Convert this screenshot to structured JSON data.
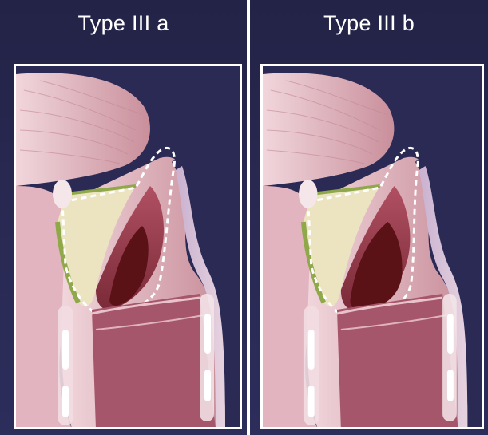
{
  "panels": [
    {
      "title": "Type III a",
      "dark_region": "smaller"
    },
    {
      "title": "Type III b",
      "dark_region": "larger"
    }
  ],
  "colors": {
    "background": "#2a2a55",
    "frame": "#ffffff",
    "tissue_pink": "#e8c3cc",
    "muscle_red": "#8e2e3a",
    "fat_yellow": "#ece4c0",
    "dark_center": "#5a1216",
    "outline_dashed": "#ffffff"
  }
}
